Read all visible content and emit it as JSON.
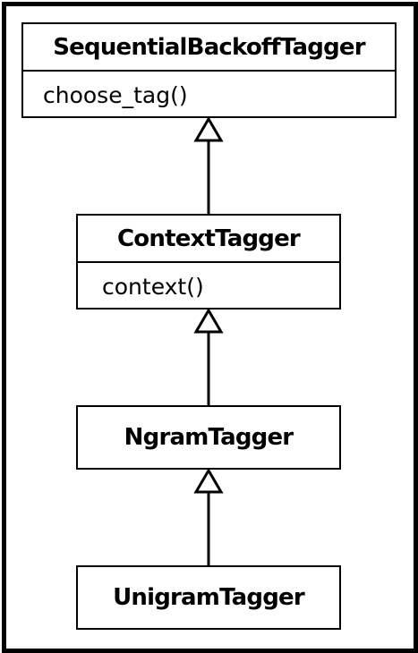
{
  "classes": {
    "sequential_backoff_tagger": {
      "name": "SequentialBackoffTagger",
      "method": "choose_tag()"
    },
    "context_tagger": {
      "name": "ContextTagger",
      "method": "context()"
    },
    "ngram_tagger": {
      "name": "NgramTagger"
    },
    "unigram_tagger": {
      "name": "UnigramTagger"
    }
  },
  "relations": [
    {
      "from": "ContextTagger",
      "to": "SequentialBackoffTagger",
      "type": "inheritance"
    },
    {
      "from": "NgramTagger",
      "to": "ContextTagger",
      "type": "inheritance"
    },
    {
      "from": "UnigramTagger",
      "to": "NgramTagger",
      "type": "inheritance"
    }
  ]
}
